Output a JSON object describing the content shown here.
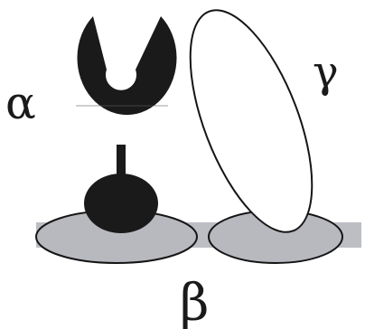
{
  "labels": {
    "alpha": "α",
    "beta": "β",
    "gamma": "γ"
  },
  "colors": {
    "outline": "#151515",
    "alpha_fill": "#1a1a1a",
    "beta_fill": "#b8b9bf",
    "beta_bar_fill": "#bdbec4",
    "gamma_fill": "#ffffff",
    "background": "#ffffff"
  }
}
